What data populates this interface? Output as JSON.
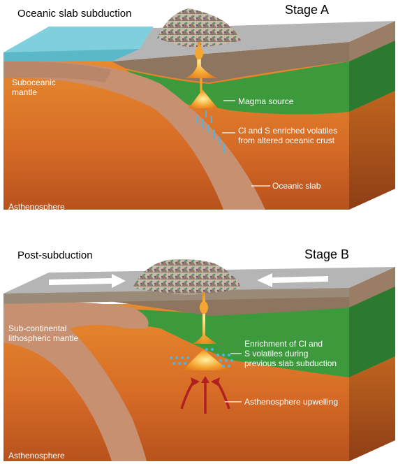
{
  "stage_a": {
    "heading": "Oceanic slab subduction",
    "stage": "Stage A",
    "labels": {
      "suboceanic_mantle_1": "Suboceanic",
      "suboceanic_mantle_2": "mantle",
      "magma_source": "Magma source",
      "volatiles_1": "Cl and S enriched volatiles",
      "volatiles_2": "from altered oceanic crust",
      "oceanic_slab": "Oceanic slab",
      "asthenosphere": "Asthenosphere"
    }
  },
  "stage_b": {
    "heading": "Post-subduction",
    "stage": "Stage B",
    "labels": {
      "scl_mantle_1": "Sub-continental",
      "scl_mantle_2": "lithospheric mantle",
      "enrichment_1": "Enrichment of Cl and",
      "enrichment_2": "S volatiles during",
      "enrichment_3": "previous slab subduction",
      "upwelling": "Asthenosphere upwelling",
      "asthenosphere": "Asthenosphere"
    }
  },
  "colors": {
    "asthenosphere": "#d9702a",
    "mantle_wedge": "#3d9a3c",
    "slab": "#c79070",
    "crust": "#8e7560",
    "ocean": "#7fcfdc",
    "magma": "#f2a838",
    "volatiles": "#4fb4e0",
    "upwelling_arrow": "#b02020"
  }
}
